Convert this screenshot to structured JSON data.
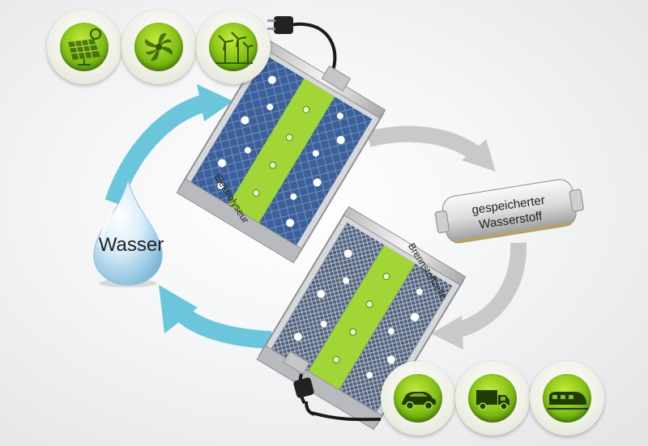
{
  "labels": {
    "water": "Wasser",
    "tank_line1": "gespeicherter",
    "tank_line2": "Wasserstoff",
    "electrolyser": "Elektrolyseur",
    "fuel_cell": "Brennstoffzelle"
  },
  "icons": {
    "sources": [
      "solar-panel-icon",
      "wind-turbine-fan-icon",
      "wind-farm-icon"
    ],
    "consumers": [
      "car-icon",
      "truck-icon",
      "train-icon"
    ]
  },
  "colors": {
    "arrow_blue": "#6cc6db",
    "arrow_gray": "#c8c9cb",
    "membrane_green": "#a2d636",
    "badge_green": "#7fbd14"
  }
}
